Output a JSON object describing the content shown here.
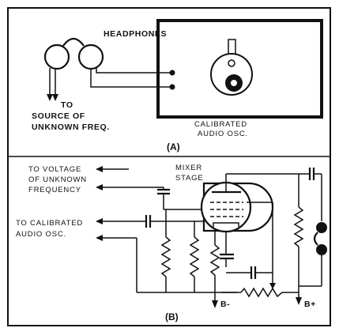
{
  "panel_a": {
    "headphones_label": "HEADPHONES",
    "source_line1": "TO",
    "source_line2": "SOURCE  OF",
    "source_line3": "UNKNOWN  FREQ.",
    "osc_line1": "CALIBRATED",
    "osc_line2": "AUDIO   OSC.",
    "caption": "(A)"
  },
  "panel_b": {
    "voltage_line1": "TO VOLTAGE",
    "voltage_line2": "OF UNKNOWN",
    "voltage_line3": "FREQUENCY",
    "mixer_line1": "MIXER",
    "mixer_line2": "STAGE",
    "calibrated_line1": "TO CALIBRATED",
    "calibrated_line2": "AUDIO  OSC.",
    "b_minus": "B-",
    "b_plus": "B+",
    "caption": "(B)"
  }
}
